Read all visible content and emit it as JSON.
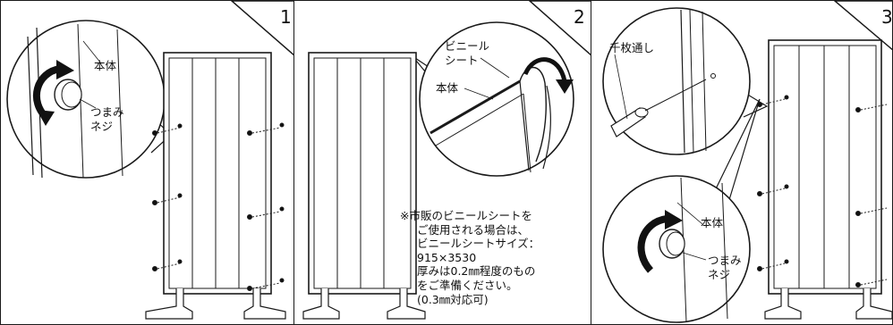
{
  "panel1": {
    "number": "1",
    "labels": {
      "body": "本体",
      "knob_screw_1": "つまみ",
      "knob_screw_2": "ネジ"
    }
  },
  "panel2": {
    "number": "2",
    "labels": {
      "vinyl_sheet_1": "ビニール",
      "vinyl_sheet_2": "シート",
      "body": "本体"
    },
    "note": [
      "※市販のビニールシートを",
      "ご使用される場合は、",
      "ビニールシートサイズ：",
      "915×3530",
      "厚みは0.2㎜程度のもの",
      "をご準備ください。",
      "(0.3㎜対応可)"
    ]
  },
  "panel3": {
    "number": "3",
    "labels": {
      "awl": "千枚通し",
      "body": "本体",
      "knob_screw_1": "つまみ",
      "knob_screw_2": "ネジ"
    }
  }
}
